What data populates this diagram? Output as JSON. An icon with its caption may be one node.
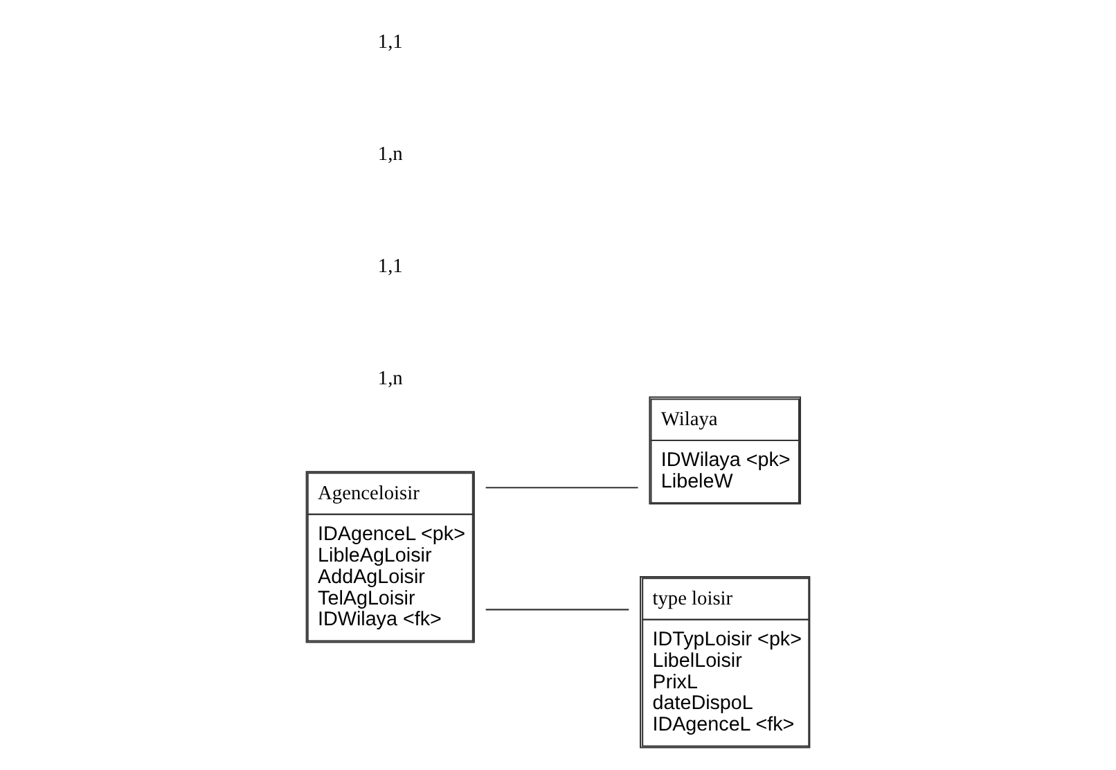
{
  "diagram": {
    "nodes": [
      {
        "text": [
          "Agenceloisir",
          "IDAgenceL <pk>",
          "LibleAgLoisir",
          "AddAgLoisir",
          "TelAgLoisir",
          "IDWilaya <fk>"
        ]
      },
      {
        "text": [
          "Wilaya",
          "IDWilaya <pk>",
          "LibeleW"
        ]
      },
      {
        "text": [
          "type loisir",
          "IDTypLoisir <pk>",
          "LibelLoisir",
          "PrixL",
          "dateDispoL",
          "IDAgenceL <fk>"
        ]
      }
    ],
    "edges": [
      {
        "from": 0,
        "to": 1,
        "arrow": "none"
      },
      {
        "from": 0,
        "to": 2,
        "arrow": "none"
      }
    ],
    "labels": [
      "1,n",
      "1,1",
      "1,n",
      "1,1"
    ]
  }
}
